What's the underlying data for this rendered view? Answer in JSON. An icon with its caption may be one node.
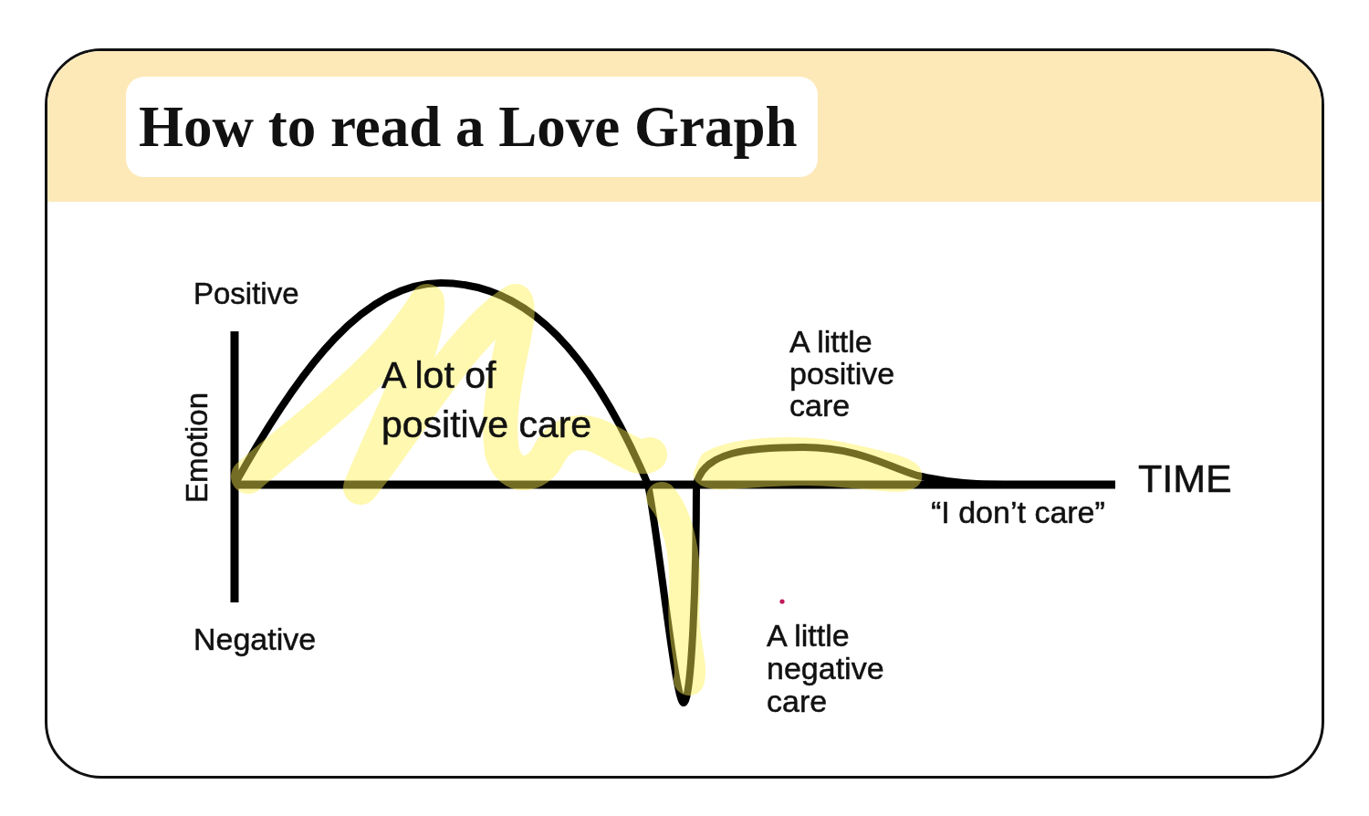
{
  "diagram": {
    "title": "How to read a Love Graph",
    "labels": [
      "Positive",
      "A little positive care",
      "A lot of positive care",
      "Emotion",
      "TIME",
      "“I don’t care”",
      "Negative",
      "A little negative care"
    ]
  }
}
